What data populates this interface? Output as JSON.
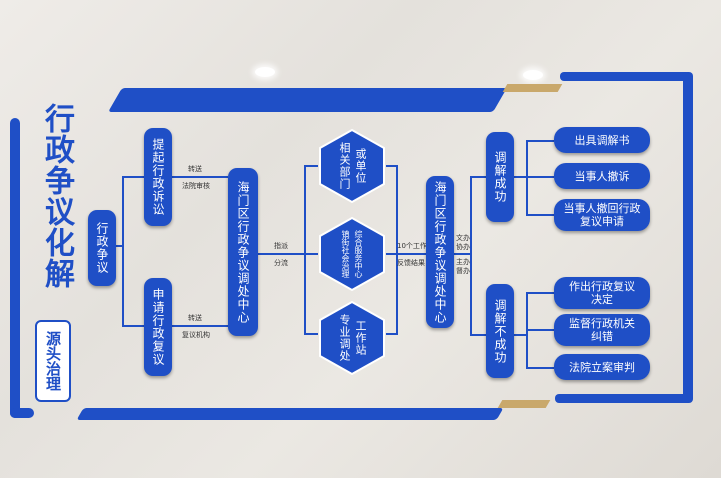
{
  "title": "行政争议化解",
  "subtitle": "源头治理",
  "nodes": {
    "root": "行政争议",
    "appeal_litigation": "提起行政诉讼",
    "appeal_review": "申请行政复议",
    "center_left": "海门区行政争议调处中心",
    "center_right": "海门区行政争议调处中心",
    "hex_top": [
      "相关部门",
      "或单位"
    ],
    "hex_mid": [
      "镇街社会治理",
      "综合服务中心"
    ],
    "hex_bot": [
      "专业调处",
      "工作站"
    ],
    "success": "调解成功",
    "fail": "调解不成功"
  },
  "labels": {
    "transfer1": "转送",
    "court_review": "法院审核",
    "transfer2": "转送",
    "review_org": "复议机构",
    "assign": "指派",
    "divert": "分流",
    "ten_days": "10个工作日",
    "feedback": "反馈结果",
    "wenban": "文办",
    "xieban": "协办",
    "zhuban": "主办",
    "duban": "督办"
  },
  "outcomes_success": [
    "出具调解书",
    "当事人撤诉",
    "当事人撤回行政复议申请"
  ],
  "outcomes_fail": [
    "作出行政复议决定",
    "监督行政机关纠错",
    "法院立案审判"
  ],
  "colors": {
    "brand_blue": "#1f4fc6",
    "gold": "#c9a86b"
  }
}
